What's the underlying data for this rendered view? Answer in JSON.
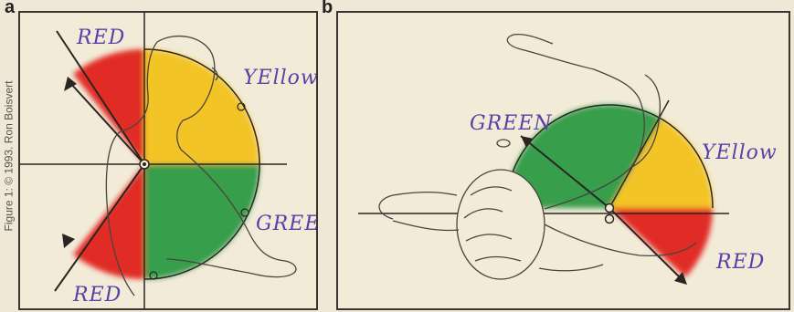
{
  "credit": "Figure 1: © 1993. Ron Boisvert",
  "panel_a": {
    "letter": "a",
    "labels": {
      "red_top": "RED",
      "yellow": "YEllow",
      "green": "GREEN",
      "red_bottom": "RED"
    }
  },
  "panel_b": {
    "letter": "b",
    "labels": {
      "green": "GREEN",
      "yellow": "YEllow",
      "red": "RED"
    }
  },
  "colors": {
    "red": "#e1231e",
    "yellow": "#f4c21f",
    "green": "#2f9a45",
    "ink": "#5b3fa8",
    "line": "#2a2522"
  }
}
